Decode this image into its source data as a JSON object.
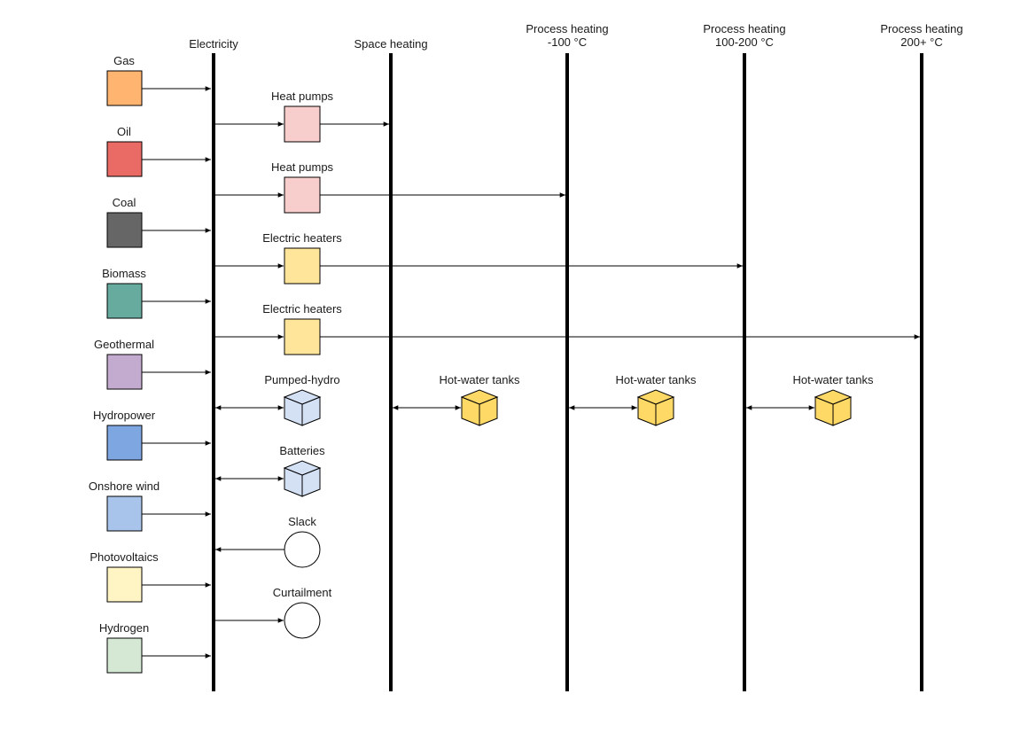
{
  "buses": [
    {
      "id": "electricity",
      "label_lines": [
        "Electricity"
      ]
    },
    {
      "id": "space-heating",
      "label_lines": [
        "Space heating"
      ]
    },
    {
      "id": "process-heating-low",
      "label_lines": [
        "Process heating",
        "-100 °C"
      ]
    },
    {
      "id": "process-heating-mid",
      "label_lines": [
        "Process heating",
        "100-200 °C"
      ]
    },
    {
      "id": "process-heating-high",
      "label_lines": [
        "Process heating",
        "200+ °C"
      ]
    }
  ],
  "sources": [
    {
      "id": "gas",
      "label": "Gas",
      "color": "#FFB570"
    },
    {
      "id": "oil",
      "label": "Oil",
      "color": "#EA6B66"
    },
    {
      "id": "coal",
      "label": "Coal",
      "color": "#666666"
    },
    {
      "id": "biomass",
      "label": "Biomass",
      "color": "#67AB9F"
    },
    {
      "id": "geothermal",
      "label": "Geothermal",
      "color": "#C3ABD0"
    },
    {
      "id": "hydropower",
      "label": "Hydropower",
      "color": "#7EA6E0"
    },
    {
      "id": "onshore-wind",
      "label": "Onshore wind",
      "color": "#A9C4EB"
    },
    {
      "id": "photovoltaics",
      "label": "Photovoltaics",
      "color": "#FFF4C3"
    },
    {
      "id": "hydrogen",
      "label": "Hydrogen",
      "color": "#D5E8D4"
    }
  ],
  "converters": [
    {
      "id": "heat-pumps-1",
      "label": "Heat pumps",
      "color": "#F8CECC",
      "from": "electricity",
      "to": "space-heating"
    },
    {
      "id": "heat-pumps-2",
      "label": "Heat pumps",
      "color": "#F8CECC",
      "from": "electricity",
      "to": "process-heating-low"
    },
    {
      "id": "electric-heaters-1",
      "label": "Electric heaters",
      "color": "#FFE599",
      "from": "electricity",
      "to": "process-heating-mid"
    },
    {
      "id": "electric-heaters-2",
      "label": "Electric heaters",
      "color": "#FFE599",
      "from": "electricity",
      "to": "process-heating-high"
    }
  ],
  "storages": [
    {
      "id": "pumped-hydro",
      "label": "Pumped-hydro",
      "color": "#D4E1F5",
      "bus": "electricity",
      "row": 0
    },
    {
      "id": "batteries",
      "label": "Batteries",
      "color": "#D4E1F5",
      "bus": "electricity",
      "row": 1
    },
    {
      "id": "hot-water-tanks-space",
      "label": "Hot-water tanks",
      "color": "#FFD966",
      "bus": "space-heating",
      "row": 0
    },
    {
      "id": "hot-water-tanks-low",
      "label": "Hot-water tanks",
      "color": "#FFD966",
      "bus": "process-heating-low",
      "row": 0
    },
    {
      "id": "hot-water-tanks-mid",
      "label": "Hot-water tanks",
      "color": "#FFD966",
      "bus": "process-heating-mid",
      "row": 0
    }
  ],
  "balancing": [
    {
      "id": "slack",
      "label": "Slack",
      "direction": "into-bus"
    },
    {
      "id": "curtailment",
      "label": "Curtailment",
      "direction": "from-bus"
    }
  ]
}
